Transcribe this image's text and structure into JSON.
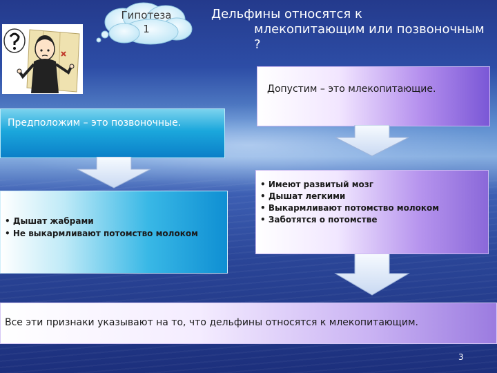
{
  "hypothesis": {
    "line1": "Гипотеза",
    "line2": "1"
  },
  "title": {
    "line1": "Дельфины относятся к",
    "line2": "млекопитающим  или позвоночным ?"
  },
  "mammal_box": {
    "text": "Допустим – это млекопитающие."
  },
  "vertebrate_box": {
    "text": "Предположим – это позвоночные."
  },
  "vertebrate_traits": [
    "• Дышат жабрами",
    "• Не выкармливают потомство молоком"
  ],
  "mammal_traits": [
    "• Имеют развитый мозг",
    "• Дышат легкими",
    "• Выкармливают потомство молоком",
    "• Заботятся о потомстве"
  ],
  "conclusion": {
    "text": "Все эти признаки указывают на то, что дельфины относятся к млекопитающим."
  },
  "slide_number": "3",
  "colors": {
    "sea_dark": "#1c2f7c",
    "cyan_box": "#1ba7dc",
    "violet_box": "#b590ee",
    "cloud": "#d9f2fb"
  },
  "icons": [
    "thinking-cloud-icon",
    "confused-boy-illustration",
    "down-arrow-icon"
  ]
}
